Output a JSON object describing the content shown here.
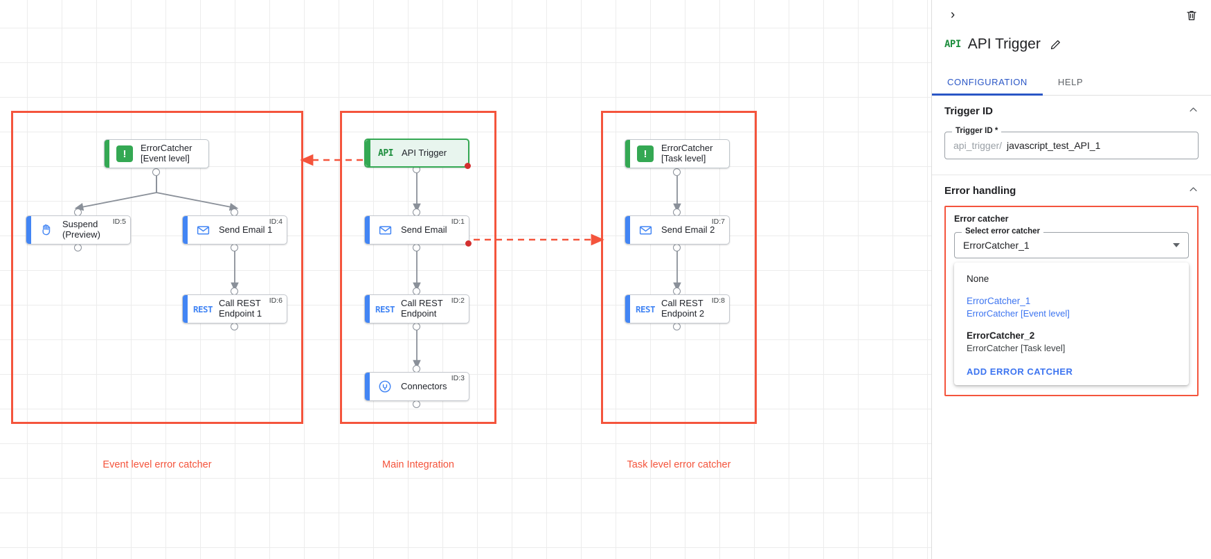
{
  "canvas": {
    "groups": [
      {
        "label": "Event level error catcher"
      },
      {
        "label": "Main Integration"
      },
      {
        "label": "Task level error catcher"
      }
    ],
    "nodes": {
      "error_catcher_event": {
        "label": "ErrorCatcher\n[Event level]",
        "icon": "error-catcher-icon",
        "id": ""
      },
      "suspend": {
        "label": "Suspend\n(Preview)",
        "icon": "hand-icon",
        "id": "ID:5"
      },
      "send_email_1": {
        "label": "Send Email 1",
        "icon": "envelope-icon",
        "id": "ID:4"
      },
      "call_rest_1": {
        "label": "Call REST\nEndpoint 1",
        "icon": "rest-icon",
        "id": "ID:6"
      },
      "api_trigger": {
        "label": "API Trigger",
        "icon": "api-icon",
        "id": ""
      },
      "send_email": {
        "label": "Send Email",
        "icon": "envelope-icon",
        "id": "ID:1"
      },
      "call_rest": {
        "label": "Call REST\nEndpoint",
        "icon": "rest-icon",
        "id": "ID:2"
      },
      "connectors": {
        "label": "Connectors",
        "icon": "connector-plug-icon",
        "id": "ID:3"
      },
      "error_catcher_task": {
        "label": "ErrorCatcher\n[Task level]",
        "icon": "error-catcher-icon",
        "id": ""
      },
      "send_email_2": {
        "label": "Send Email 2",
        "icon": "envelope-icon",
        "id": "ID:7"
      },
      "call_rest_2": {
        "label": "Call REST\nEndpoint 2",
        "icon": "rest-icon",
        "id": "ID:8"
      }
    },
    "icon_text": {
      "api": "API",
      "rest": "REST",
      "error_catcher": "!"
    },
    "colors": {
      "group_border": "#f4543c",
      "accent_green": "#34a853",
      "accent_blue": "#4285f4",
      "error_dot": "#d32f2f"
    }
  },
  "panel": {
    "collapse_label": "›",
    "title": "API Trigger",
    "title_icon_text": "API",
    "tabs": [
      {
        "label": "CONFIGURATION",
        "active": true
      },
      {
        "label": "HELP",
        "active": false
      }
    ],
    "trigger_id_section": {
      "header": "Trigger ID",
      "chevron": "⌃",
      "field_legend": "Trigger ID *",
      "prefix": "api_trigger/",
      "value": "javascript_test_API_1"
    },
    "error_handling_section": {
      "header": "Error handling",
      "chevron": "⌃",
      "box_title": "Error catcher",
      "select_legend": "Select error catcher",
      "selected_value": "ErrorCatcher_1",
      "options": [
        {
          "main": "None",
          "sub": "",
          "selected": false,
          "bold": false
        },
        {
          "main": "ErrorCatcher_1",
          "sub": "ErrorCatcher [Event level]",
          "selected": true,
          "bold": false
        },
        {
          "main": "ErrorCatcher_2",
          "sub": "ErrorCatcher [Task level]",
          "selected": false,
          "bold": true
        }
      ],
      "add_action": "ADD ERROR CATCHER"
    }
  }
}
